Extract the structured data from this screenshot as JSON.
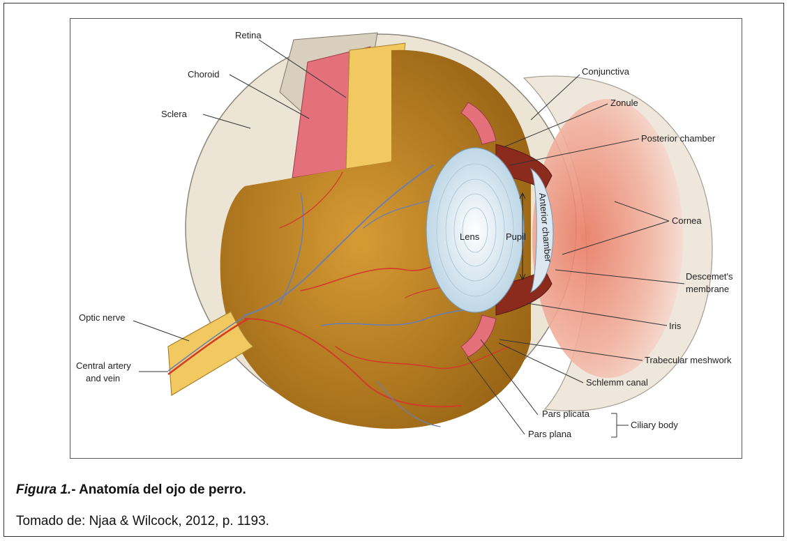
{
  "figure": {
    "labels": {
      "retina": "Retina",
      "choroid": "Choroid",
      "sclera": "Sclera",
      "conjunctiva": "Conjunctiva",
      "zonule": "Zonule",
      "posterior_chamber": "Posterior chamber",
      "cornea": "Cornea",
      "descemet_line1": "Descemet's",
      "descemet_line2": "membrane",
      "iris": "Iris",
      "trabecular_meshwork": "Trabecular meshwork",
      "schlemm_canal": "Schlemm canal",
      "pars_plicata": "Pars plicata",
      "ciliary_body": "Ciliary body",
      "pars_plana": "Pars plana",
      "optic_nerve": "Optic nerve",
      "central_artery_line1": "Central artery",
      "central_artery_line2": "and vein",
      "lens": "Lens",
      "pupil": "Pupil",
      "anterior_chamber": "Anterior chamber"
    },
    "colors": {
      "sclera": "#ece5d6",
      "choroid": "#e3707a",
      "retina": "#f2c860",
      "fundus": "#c28a28",
      "lens": "#cfe3ef",
      "iris": "#8a2b1e",
      "cornea_glow": "#f0a08a",
      "vessel_artery": "#d23b2b",
      "vessel_vein": "#6a7fb0"
    }
  },
  "caption": {
    "figure_word": "Figura 1.",
    "text": "- Anatomía del ojo de perro."
  },
  "source": {
    "text": "Tomado de: Njaa & Wilcock, 2012, p. 1193."
  }
}
